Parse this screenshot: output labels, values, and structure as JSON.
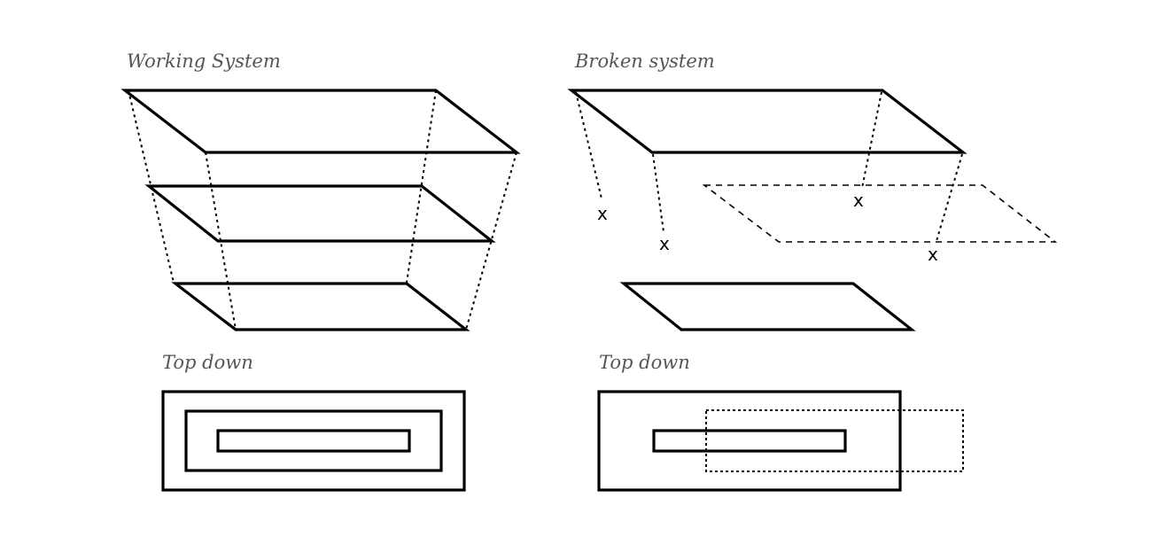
{
  "labels": {
    "working_title": "Working System",
    "broken_title": "Broken system",
    "top_down_left": "Top down",
    "top_down_right": "Top down"
  },
  "markers": {
    "x": "x"
  }
}
